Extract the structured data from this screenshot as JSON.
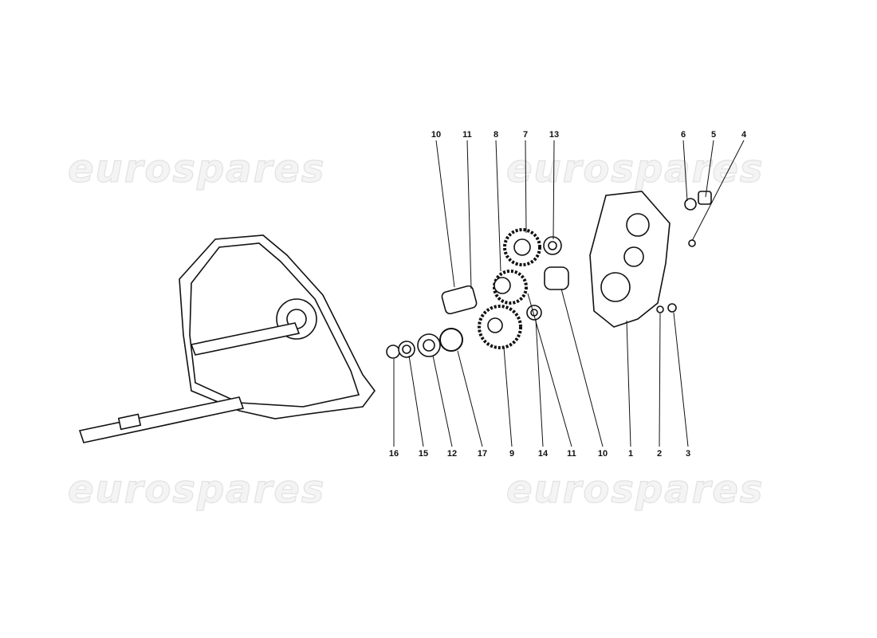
{
  "watermark": "eurospares",
  "callouts_top": [
    "10",
    "11",
    "8",
    "7",
    "13",
    "6",
    "5",
    "4"
  ],
  "callouts_bottom": [
    "16",
    "15",
    "12",
    "17",
    "9",
    "14",
    "11",
    "10",
    "1",
    "2",
    "3"
  ]
}
